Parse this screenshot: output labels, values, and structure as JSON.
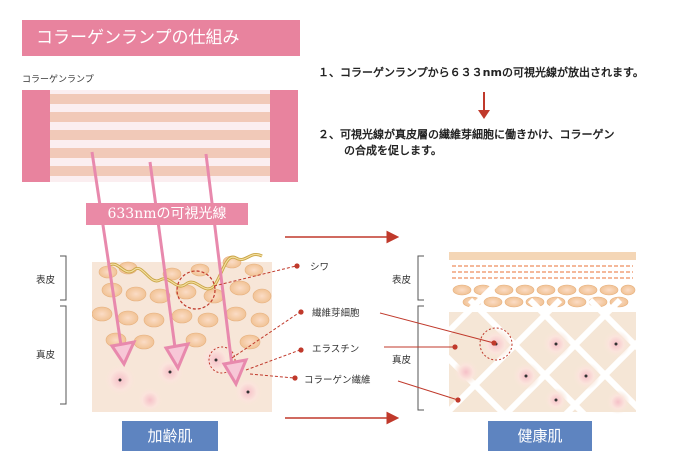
{
  "title": "コラーゲンランプの仕組み",
  "lamp_label": "コラーゲンランプ",
  "steps": {
    "s1": "１、コラーゲンランプから６３３nmの可視光線が放出されます。",
    "s2a": "２、可視光線が真皮層の繊維芽細胞に働きかけ、コラーゲン",
    "s2b": "の合成を促します。"
  },
  "beam_label": "633nmの可視光線",
  "layers": {
    "epidermis": "表皮",
    "dermis": "真皮"
  },
  "callouts": {
    "wrinkle": "シワ",
    "fibroblast": "繊維芽細胞",
    "elastin": "エラスチン",
    "collagen": "コラーゲン繊維"
  },
  "captions": {
    "aged": "加齢肌",
    "healthy": "健康肌"
  },
  "colors": {
    "accent_pink": "#e8839e",
    "caption_blue": "#5e84c0",
    "arrow_red": "#c0392b"
  }
}
